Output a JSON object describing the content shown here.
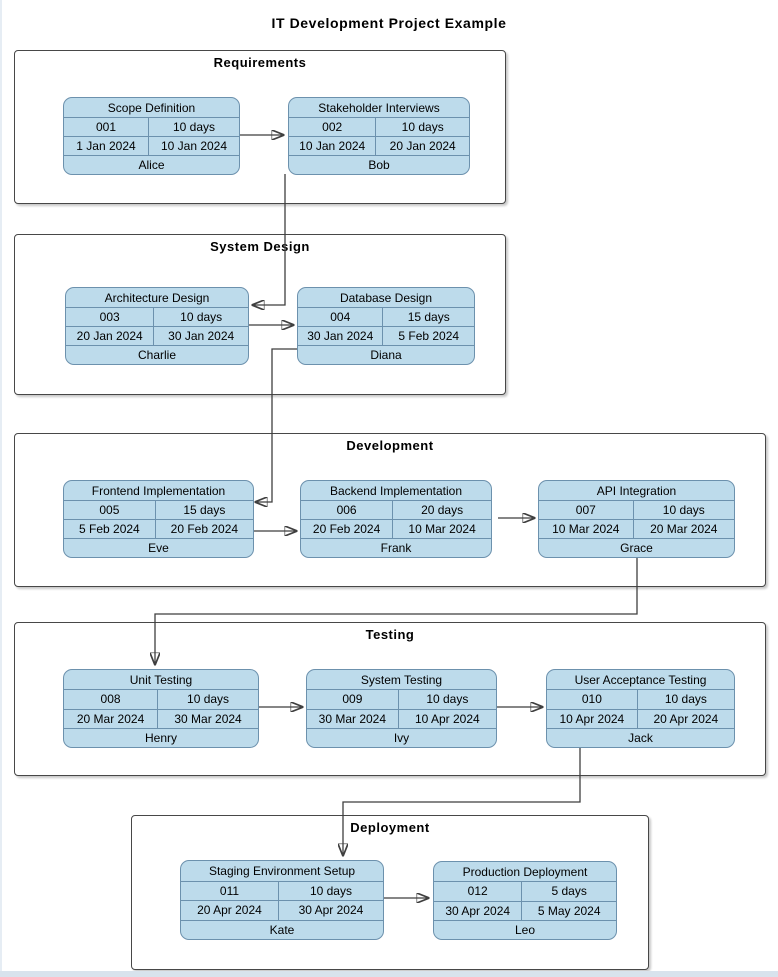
{
  "page": {
    "title": "IT Development Project Example"
  },
  "colors": {
    "card_fill": "#BDDBEB",
    "card_stroke": "#6C91AD",
    "section_stroke": "#474747",
    "arrow": "#3F3F3F",
    "page_edge_strip": "#D8E3ED"
  },
  "sections": [
    {
      "name": "Requirements",
      "cards": [
        {
          "title": "Scope Definition",
          "id": "001",
          "duration": "10 days",
          "start": "1 Jan 2024",
          "end": "10 Jan 2024",
          "assignee": "Alice"
        },
        {
          "title": "Stakeholder Interviews",
          "id": "002",
          "duration": "10 days",
          "start": "10 Jan 2024",
          "end": "20 Jan 2024",
          "assignee": "Bob"
        }
      ]
    },
    {
      "name": "System Design",
      "cards": [
        {
          "title": "Architecture Design",
          "id": "003",
          "duration": "10 days",
          "start": "20 Jan 2024",
          "end": "30 Jan 2024",
          "assignee": "Charlie"
        },
        {
          "title": "Database Design",
          "id": "004",
          "duration": "15 days",
          "start": "30 Jan 2024",
          "end": "5 Feb 2024",
          "assignee": "Diana"
        }
      ]
    },
    {
      "name": "Development",
      "cards": [
        {
          "title": "Frontend Implementation",
          "id": "005",
          "duration": "15 days",
          "start": "5 Feb 2024",
          "end": "20 Feb 2024",
          "assignee": "Eve"
        },
        {
          "title": "Backend Implementation",
          "id": "006",
          "duration": "20 days",
          "start": "20 Feb 2024",
          "end": "10 Mar 2024",
          "assignee": "Frank"
        },
        {
          "title": "API Integration",
          "id": "007",
          "duration": "10 days",
          "start": "10 Mar 2024",
          "end": "20 Mar 2024",
          "assignee": "Grace"
        }
      ]
    },
    {
      "name": "Testing",
      "cards": [
        {
          "title": "Unit Testing",
          "id": "008",
          "duration": "10 days",
          "start": "20 Mar 2024",
          "end": "30 Mar 2024",
          "assignee": "Henry"
        },
        {
          "title": "System Testing",
          "id": "009",
          "duration": "10 days",
          "start": "30 Mar 2024",
          "end": "10 Apr 2024",
          "assignee": "Ivy"
        },
        {
          "title": "User Acceptance Testing",
          "id": "010",
          "duration": "10 days",
          "start": "10 Apr 2024",
          "end": "20 Apr 2024",
          "assignee": "Jack"
        }
      ]
    },
    {
      "name": "Deployment",
      "cards": [
        {
          "title": "Staging Environment Setup",
          "id": "011",
          "duration": "10 days",
          "start": "20 Apr 2024",
          "end": "30 Apr 2024",
          "assignee": "Kate"
        },
        {
          "title": "Production Deployment",
          "id": "012",
          "duration": "5 days",
          "start": "30 Apr 2024",
          "end": "5 May 2024",
          "assignee": "Leo"
        }
      ]
    }
  ],
  "edges": [
    {
      "from": "001",
      "to": "002"
    },
    {
      "from": "002",
      "to": "003"
    },
    {
      "from": "003",
      "to": "004"
    },
    {
      "from": "004",
      "to": "005"
    },
    {
      "from": "005",
      "to": "006"
    },
    {
      "from": "006",
      "to": "007"
    },
    {
      "from": "007",
      "to": "008"
    },
    {
      "from": "008",
      "to": "009"
    },
    {
      "from": "009",
      "to": "010"
    },
    {
      "from": "010",
      "to": "011"
    },
    {
      "from": "011",
      "to": "012"
    }
  ]
}
